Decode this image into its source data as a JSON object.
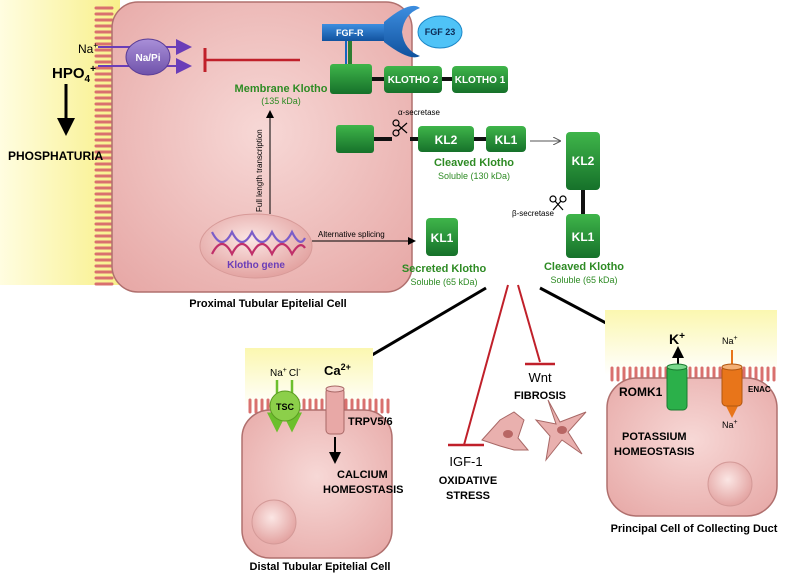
{
  "proximal": {
    "cell_label": "Proximal Tubular Epitelial Cell",
    "na_plus": "Na",
    "na_sup": "+",
    "hpo4": "HPO",
    "hpo4_sub": "4",
    "hpo4_sup": "+",
    "phosphaturia": "PHOSPHATURIA",
    "napi": "Na/Pi",
    "fgfr": "FGF-R",
    "fgf23": "FGF 23",
    "klotho2": "KLOTHO 2",
    "klotho1": "KLOTHO 1",
    "membrane_klotho": "Membrane Klotho",
    "membrane_klotho_kda": "(135 kDa)",
    "alpha_secretase": "α-secretase",
    "kl2": "KL2",
    "kl1": "KL1",
    "cleaved_klotho": "Cleaved Klotho",
    "cleaved_soluble_130": "Soluble (130 kDa)",
    "beta_secretase": "β-secretase",
    "cleaved_klotho_2": "Cleaved Klotho",
    "cleaved_soluble_65": "Soluble (65 kDa)",
    "full_length_transcription": "Full length transcription",
    "klotho_gene": "Klotho gene",
    "alternative_splicing": "Alternative splicing",
    "secreted_klotho": "Secreted Klotho",
    "secreted_soluble_65": "Soluble (65 kDa)"
  },
  "distal": {
    "cell_label": "Distal Tubular Epitelial Cell",
    "na": "Na",
    "na_sup": "+",
    "cl": "Cl",
    "cl_sup": "-",
    "ca": "Ca",
    "ca_sup": "2+",
    "tsc": "TSC",
    "trpv": "TRPV5/6",
    "calcium_line1": "CALCIUM",
    "calcium_line2": "HOMEOSTASIS"
  },
  "middle": {
    "wnt": "Wnt",
    "fibrosis": "FIBROSIS",
    "igf1": "IGF-1",
    "oxidative_line1": "OXIDATIVE",
    "oxidative_line2": "STRESS"
  },
  "collecting": {
    "cell_label": "Principal Cell of Collecting Duct",
    "k": "K",
    "k_sup": "+",
    "na_top": "Na",
    "na_top_sup": "+",
    "romk1": "ROMK1",
    "enac": "ENAC",
    "na_bottom": "Na",
    "na_bottom_sup": "+",
    "potassium_line1": "POTASSIUM",
    "potassium_line2": "HOMEOSTASIS"
  },
  "colors": {
    "cell_fill": "#f2c4c2",
    "cell_stroke": "#b0706e",
    "lumen": "#fbf6a8",
    "klotho_green": "#1f8a2a",
    "label_green": "#2e8b24",
    "inhibit_red": "#c0202a",
    "fgfr_blue": "#1565c0",
    "napi_purple": "#8a6cc0",
    "tsc_green": "#8ccf4a",
    "enac_orange": "#e8751a"
  }
}
